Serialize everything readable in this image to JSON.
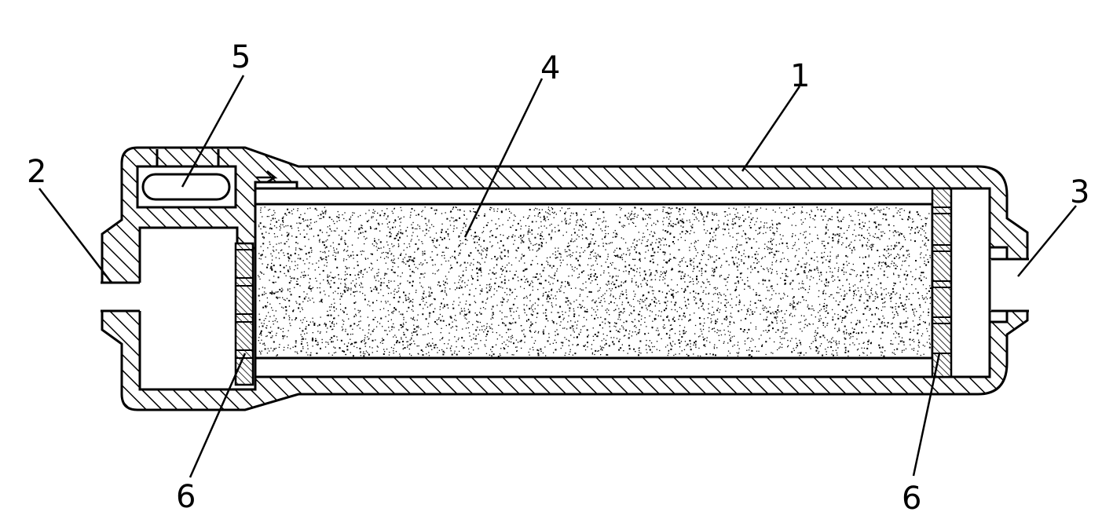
{
  "figure": {
    "labels": {
      "housing": "1",
      "inlet": "2",
      "outlet": "3",
      "packing": "4",
      "window": "5",
      "filter_left": "6",
      "filter_right": "6"
    }
  },
  "colors": {
    "line": "#000000",
    "background": "#ffffff",
    "hatch": "#000000",
    "speckle": "#000000"
  }
}
